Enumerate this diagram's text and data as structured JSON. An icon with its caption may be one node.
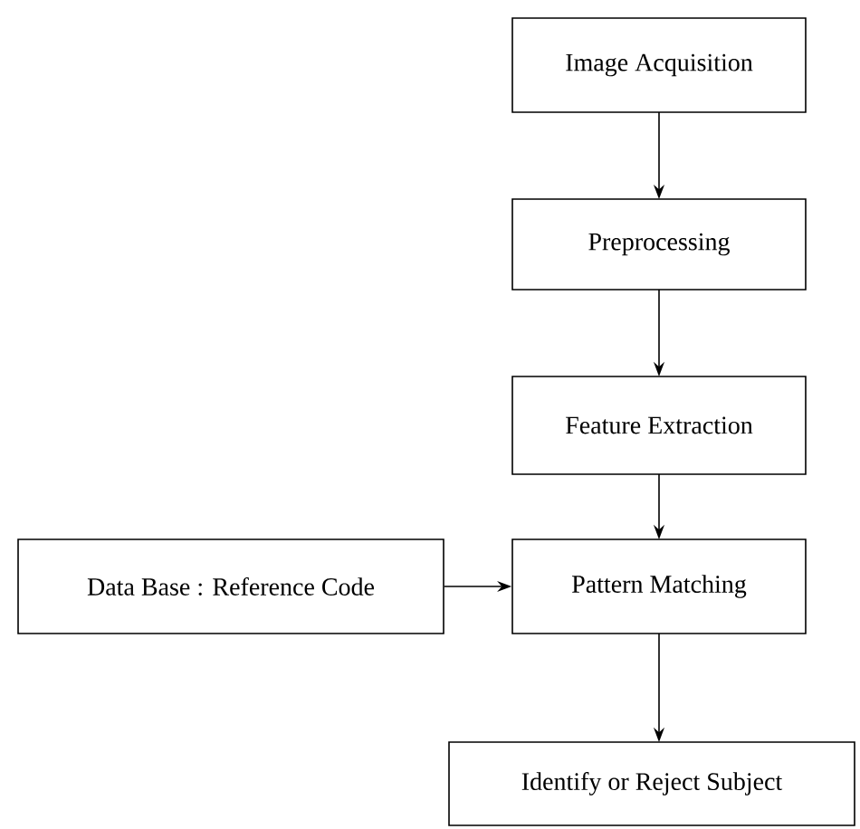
{
  "diagram": {
    "nodes": [
      {
        "text": [
          "Image Acquisition"
        ]
      },
      {
        "text": [
          "Preprocessing"
        ]
      },
      {
        "text": [
          "Feature Extraction"
        ]
      },
      {
        "text": [
          "Pattern Matching"
        ]
      },
      {
        "text": [
          "Data Base : Reference Code"
        ]
      },
      {
        "text": [
          "Identify or Reject Subject"
        ]
      }
    ],
    "edges": [
      {
        "from": 0,
        "to": 1,
        "arrow": "to"
      },
      {
        "from": 1,
        "to": 2,
        "arrow": "to"
      },
      {
        "from": 2,
        "to": 3,
        "arrow": "to"
      },
      {
        "from": 4,
        "to": 3,
        "arrow": "to"
      },
      {
        "from": 3,
        "to": 5,
        "arrow": "to"
      }
    ]
  }
}
